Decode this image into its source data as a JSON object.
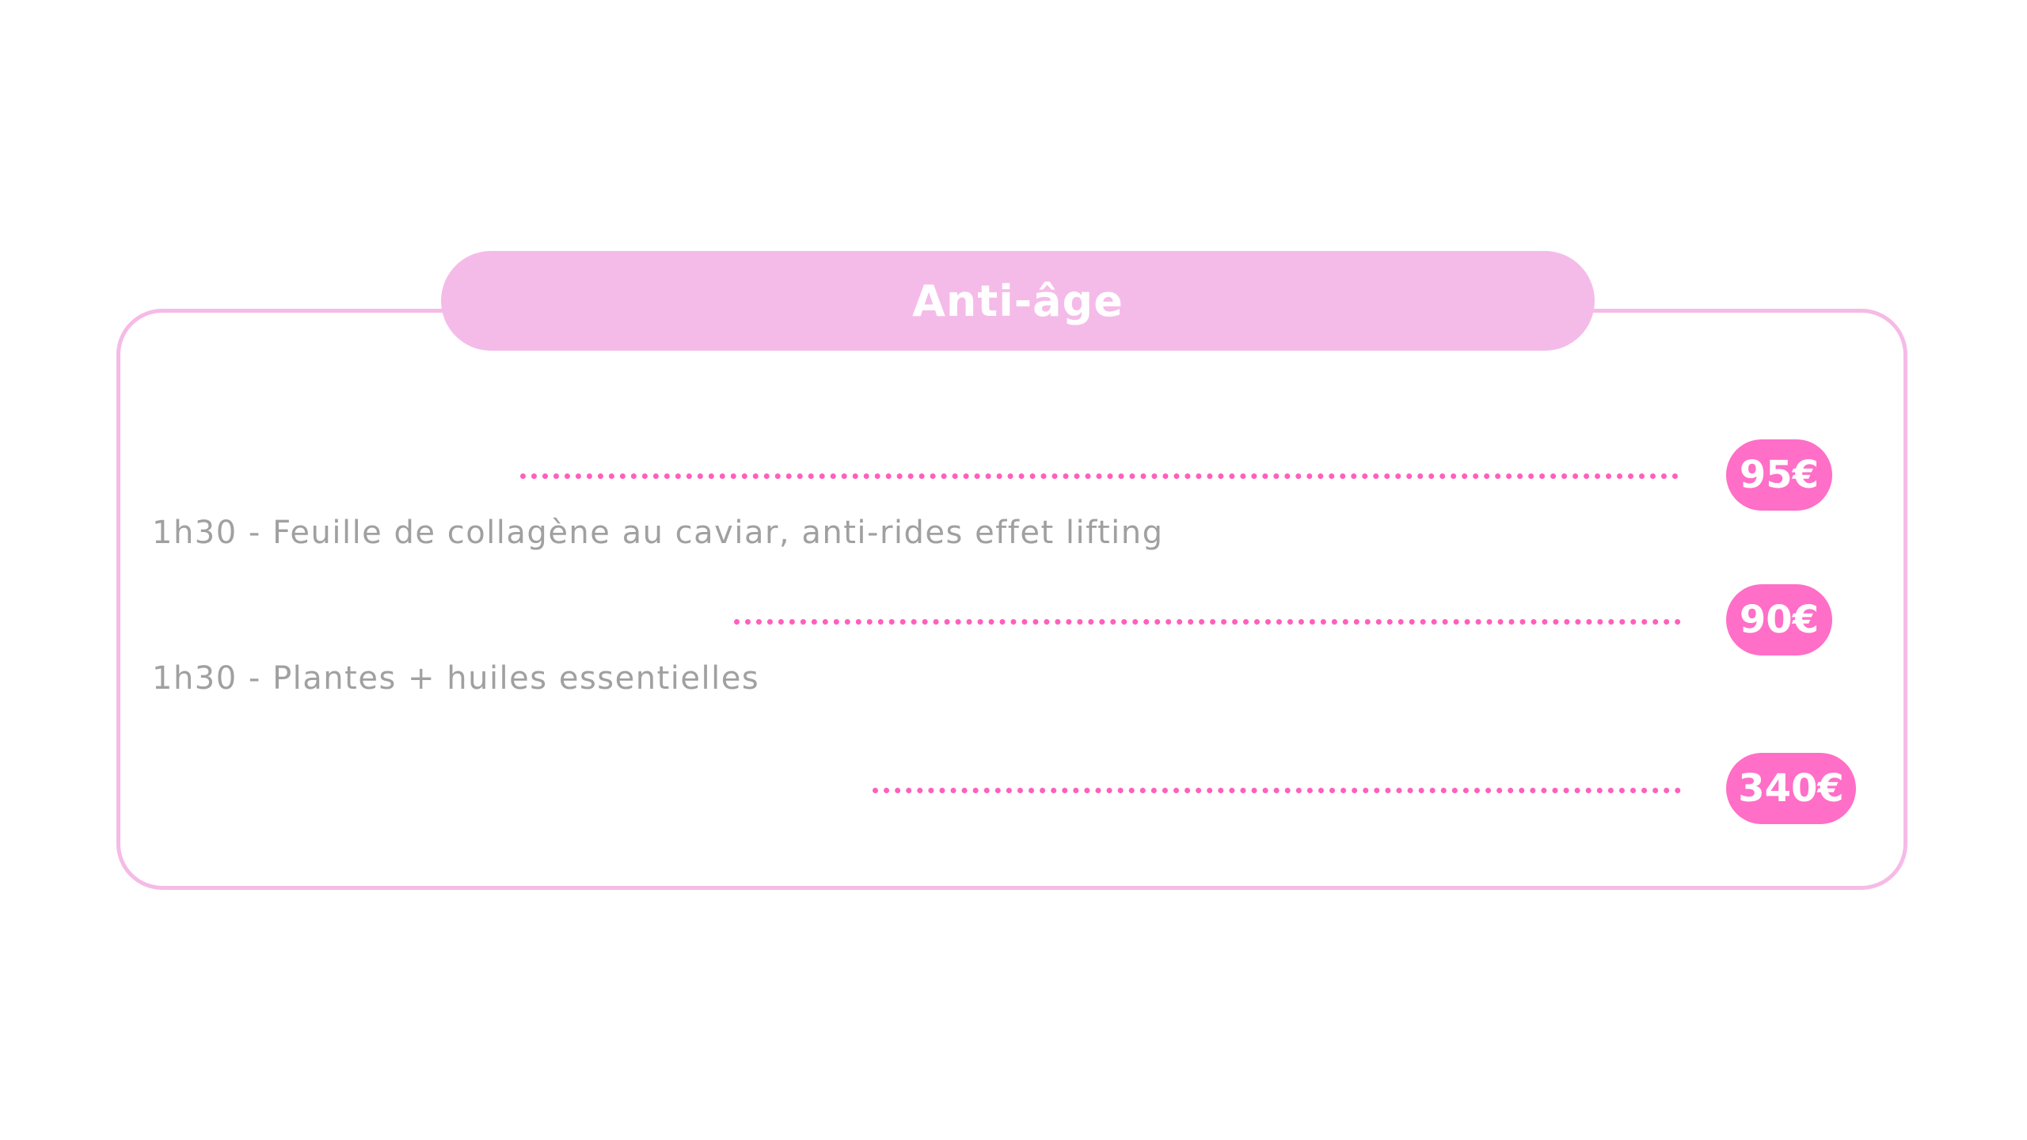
{
  "title": "Anti-âge",
  "colors": {
    "border": "#f5bbe6",
    "title_pill": "#f5bbe8",
    "accent": "#ff6ec7",
    "dots": "#ff5fbd",
    "description_text": "#a0a0a0"
  },
  "items": [
    {
      "price": "95€",
      "description": "1h30 - Feuille de collagène au caviar, anti-rides effet lifting"
    },
    {
      "price": "90€",
      "description": "1h30 - Plantes + huiles essentielles"
    },
    {
      "price": "340€"
    }
  ]
}
